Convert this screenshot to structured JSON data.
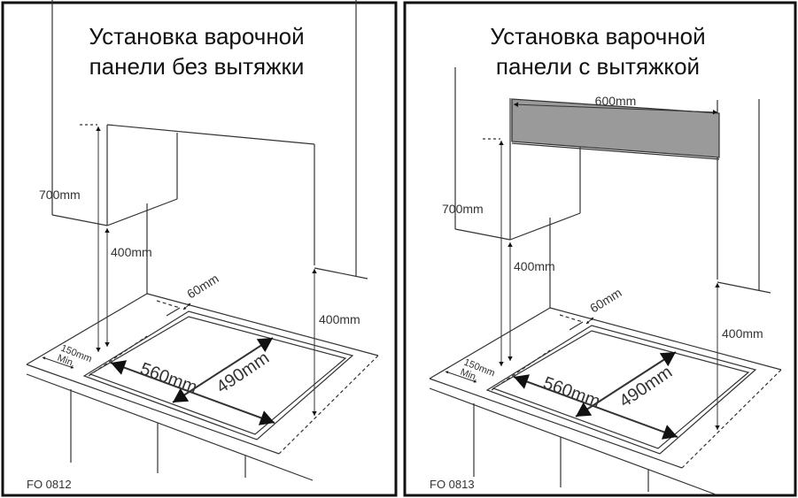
{
  "panels": [
    {
      "title_line1": "Установка варочной",
      "title_line2": "панели без вытяжки",
      "hood": false,
      "labels": {
        "cabinet_height": "700mm",
        "clearance_left": "400mm",
        "clearance_right": "400mm",
        "back_margin": "60mm",
        "side_margin": "150mm",
        "side_margin_note": "Min.",
        "cutout_width": "560mm",
        "cutout_depth": "490mm"
      },
      "figure_code": "FO 0812"
    },
    {
      "title_line1": "Установка варочной",
      "title_line2": "панели с вытяжкой",
      "hood": true,
      "labels": {
        "hood_width": "600mm",
        "cabinet_height": "700mm",
        "clearance_left": "400mm",
        "clearance_right": "400mm",
        "back_margin": "60mm",
        "side_margin": "150mm",
        "side_margin_note": "Min.",
        "cutout_width": "560mm",
        "cutout_depth": "490mm"
      },
      "figure_code": "FO 0813"
    }
  ],
  "colors": {
    "line": "#333333",
    "hood_fill": "#9a9a9a",
    "frame": "#111111"
  }
}
